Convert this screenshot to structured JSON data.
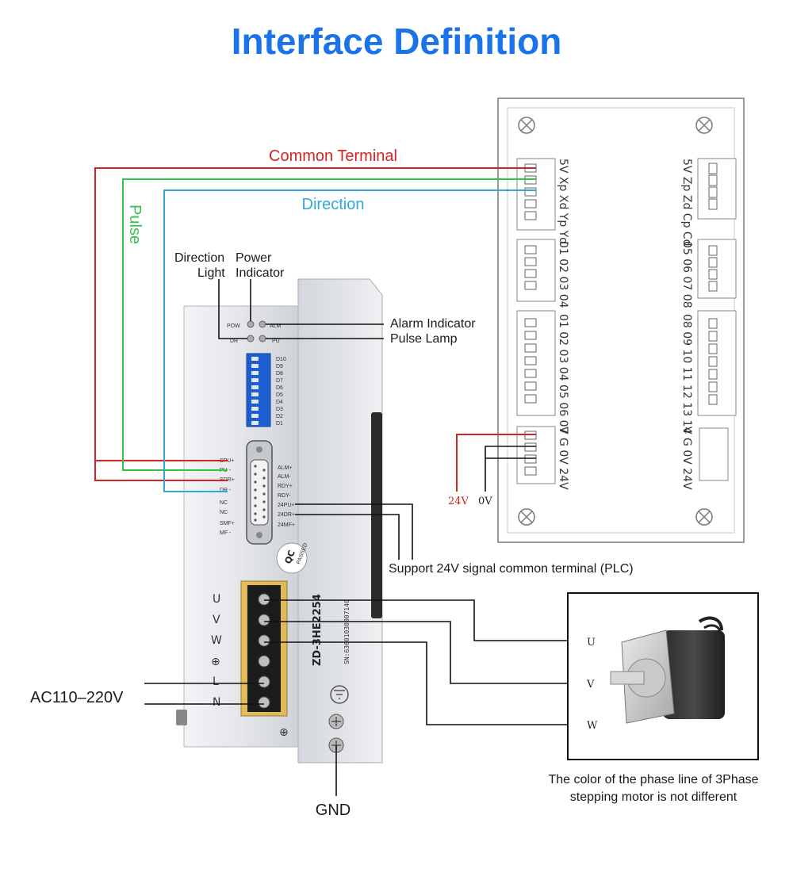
{
  "title": "Interface Definition",
  "labels": {
    "common_terminal": "Common Terminal",
    "direction": "Direction",
    "pulse": "Pulse",
    "direction_light_1": "Direction",
    "direction_light_2": "Light",
    "power_indicator_1": "Power",
    "power_indicator_2": "Indicator",
    "alarm_indicator": "Alarm Indicator",
    "pulse_lamp": "Pulse Lamp",
    "support_24v": "Support 24V signal common terminal (PLC)",
    "ac_input": "AC110–220V",
    "gnd": "GND",
    "motor_note_1": "The color of the phase line of 3Phase",
    "motor_note_2": "stepping motor is not different",
    "v24": "24V",
    "v0": "0V"
  },
  "driver": {
    "leds": {
      "pow": "POW",
      "alm": "ALM",
      "dr": "DR",
      "pu": "PU"
    },
    "dip_labels": [
      "D10",
      "D9",
      "D8",
      "D7",
      "D6",
      "D5",
      "D4",
      "D3",
      "D2",
      "D1"
    ],
    "left_pins": [
      "SPU+",
      "PU -",
      "SDR+",
      "DR -",
      "NC",
      "NC",
      "SMF+",
      "MF -"
    ],
    "right_pins": [
      "ALM+",
      "ALM-",
      "RDY+",
      "RDY-",
      "24PU+",
      "24DR+",
      "24MF+"
    ],
    "terminals": [
      "U",
      "V",
      "W",
      "⊕",
      "L",
      "N"
    ],
    "qc_line1": "QC",
    "qc_line2": "PASSED",
    "model": "ZD-3HE2254",
    "serial": "SN:63601030007140"
  },
  "controller": {
    "groups_left": [
      "5V Xp Xd Yp Yd",
      "01 02 03 04",
      "01 02 03 04 05 06 07",
      "V  G  0V 24V"
    ],
    "groups_right": [
      "5V Zp Zd Cp Cd",
      "05 06 07 08",
      "08 09 10 11 12 13 14",
      "V  G  0V 24V"
    ]
  },
  "motor": {
    "phases": [
      "U",
      "V",
      "W"
    ]
  },
  "colors": {
    "title": "#1a73e8",
    "common": "#d62222",
    "pulse": "#35c24a",
    "direction": "#31a8d8"
  }
}
